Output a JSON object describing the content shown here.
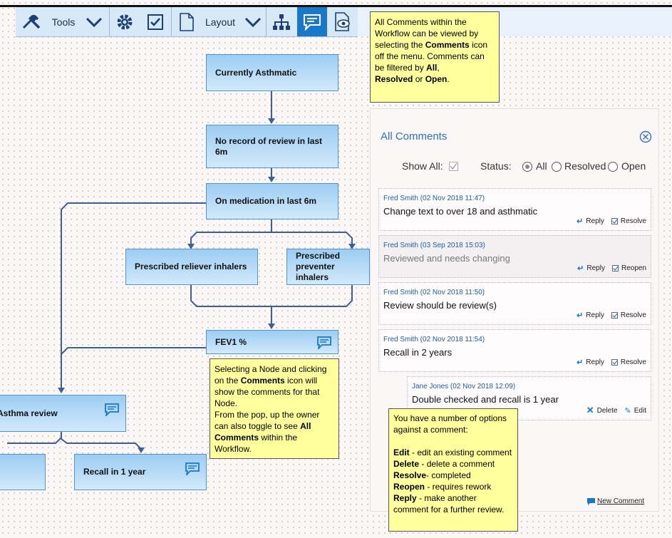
{
  "toolbar": {
    "tools_label": "Tools",
    "layout_label": "Layout"
  },
  "nodes": {
    "currently_asthmatic": "Currently Asthmatic",
    "no_record_review": "No record of review in last 6m",
    "on_medication": "On medication in last 6m",
    "prescribed_reliever": "Prescribed reliever inhalers",
    "prescribed_preventer": "Prescribed preventer inhalers",
    "fev1": "FEV1 %",
    "asthma_review": "Asthma review",
    "recall_1_year": "Recall in 1 year"
  },
  "notes": {
    "top_note": [
      "All Comments within the Workflow can be viewed by selecting the ",
      "Comments",
      " icon off the menu. Comments can be filtered by ",
      "All",
      ", ",
      "Resolved",
      " or ",
      "Open",
      "."
    ],
    "node_note": [
      "Selecting a Node and clicking on the ",
      "Comments",
      " icon will show the comments for that Node.",
      "From the pop, up the owner can also toggle to see ",
      "All Comments",
      " within the Workflow."
    ],
    "options_note": {
      "intro": "You have a number of options against a comment:",
      "items": [
        {
          "key": "Edit",
          "text": " - edit an existing comment"
        },
        {
          "key": "Delete",
          "text": " - delete a comment"
        },
        {
          "key": "Resolve",
          "text": "- completed"
        },
        {
          "key": "Reopen",
          "text": " - requires rework"
        },
        {
          "key": "Reply",
          "text": " - make another comment for a further review."
        }
      ]
    }
  },
  "panel": {
    "title": "All Comments",
    "show_all_label": "Show All:",
    "status_label": "Status:",
    "status_options": [
      "All",
      "Resolved",
      "Open"
    ],
    "selected_status": "All",
    "new_comment_label": "New Comment",
    "comments": [
      {
        "meta": "Fred Smith (02 Nov 2018 11:47)",
        "text": "Change text to over 18 and asthmatic",
        "reply": "Reply",
        "action": "Resolve"
      },
      {
        "meta": "Fred Smith (03 Sep 2018 15:03)",
        "text": "Reviewed and needs changing",
        "reply": "Reply",
        "action": "Reopen"
      },
      {
        "meta": "Fred Smith (02 Nov 2018 11:50)",
        "text": "Review should be review(s)",
        "reply": "Reply",
        "action": "Resolve"
      },
      {
        "meta": "Fred Smith (02 Nov 2018 11:54)",
        "text": "Recall in 2 years",
        "reply": "Reply",
        "action": "Resolve"
      }
    ],
    "reply_comment": {
      "meta": "Jane Jones (02 Nov 2018 12:09)",
      "text": "Double checked and recall is 1 year",
      "delete": "Delete",
      "edit": "Edit"
    }
  },
  "colors": {
    "accent": "#1a78c9",
    "node_border": "#4f95d6",
    "note_bg": "#ffff9e",
    "connector": "#3d5f95"
  }
}
